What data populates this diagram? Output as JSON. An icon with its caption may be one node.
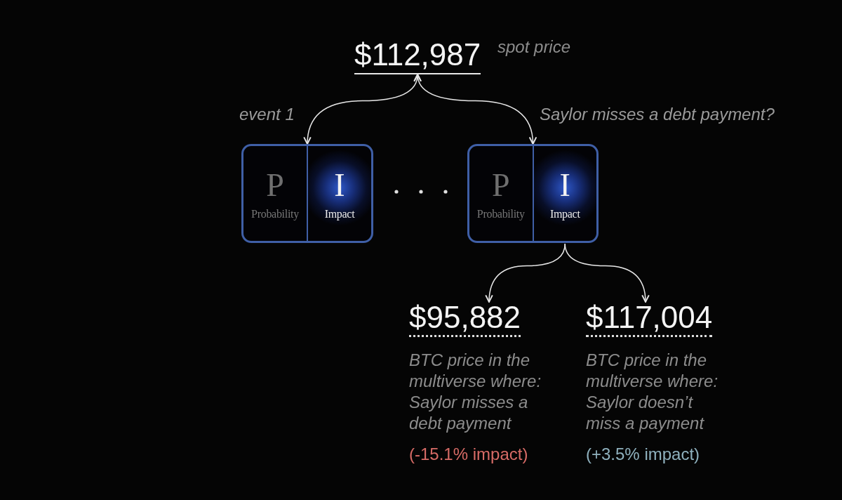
{
  "diagram": {
    "nodes": [
      {
        "text": [
          "$112,987"
        ],
        "beside": [
          "spot price"
        ]
      },
      {
        "text": [
          "event 1"
        ]
      },
      {
        "text": [
          "P",
          "Probability"
        ],
        "in": 1
      },
      {
        "text": [
          "I",
          "Impact"
        ],
        "in": 1
      },
      {
        "text": [
          "Saylor misses a debt payment?"
        ]
      },
      {
        "text": [
          "P",
          "Probability"
        ],
        "in": 4
      },
      {
        "text": [
          "I",
          "Impact"
        ],
        "in": 4
      },
      {
        "text": [
          "$95,882",
          "BTC price in the multiverse where: Saylor misses a debt payment",
          "(-15.1% impact)"
        ]
      },
      {
        "text": [
          "$117,004",
          "BTC price in the multiverse where: Saylor doesn’t miss a payment",
          "(+3.5% impact)"
        ]
      }
    ],
    "edges": [
      {
        "from": 0,
        "to": 1,
        "arrow": "both"
      },
      {
        "from": 0,
        "to": 4,
        "arrow": "both"
      },
      {
        "from": 6,
        "to": 7,
        "arrow": "to"
      },
      {
        "from": 6,
        "to": 8,
        "arrow": "to"
      }
    ]
  }
}
